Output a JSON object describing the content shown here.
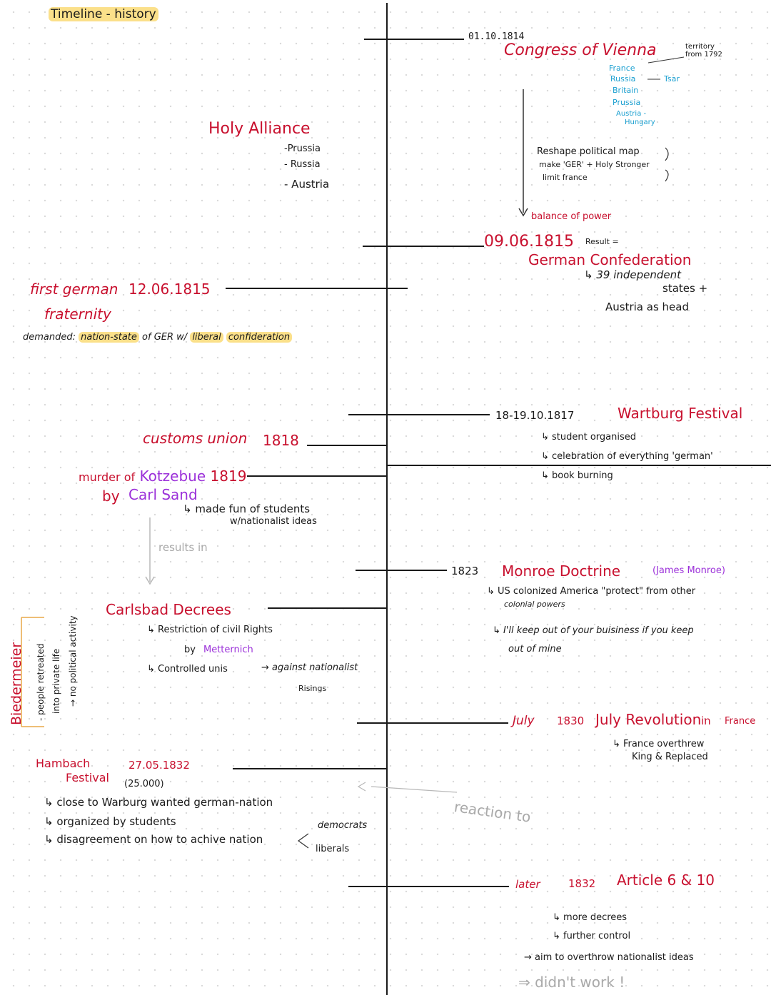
{
  "title": "Timeline - history",
  "congress": {
    "date": "01.10.1814",
    "title": "Congress of Vienna",
    "territory_note": "territory from 1792",
    "countries": [
      "France",
      "Russia",
      "Britain",
      "Prussia",
      "Austria -",
      "Hungary"
    ],
    "tsar": "Tsar",
    "goals": [
      "Reshape political map",
      "make 'GER' + Holy Stronger",
      "limit france"
    ],
    "balance": "balance of power"
  },
  "holy_alliance": {
    "title": "Holy Alliance",
    "members": [
      "-Prussia",
      "- Russia",
      "- Austria"
    ]
  },
  "confederation": {
    "date": "09.06.1815",
    "result": "Result =",
    "title": "German Confederation",
    "detail1": "↳ 39 independent",
    "detail2": "states +",
    "detail3": "Austria as head"
  },
  "fraternity": {
    "title1": "first german",
    "date": "12.06.1815",
    "title2": "fraternity",
    "demanded_label": "demanded:",
    "demanded_hl": "nation-state",
    "demanded_mid": "of GER w/",
    "demanded_liberal": "liberal",
    "demanded_conf": "confideration"
  },
  "wartburg": {
    "date": "18-19.10.1817",
    "title": "Wartburg Festival",
    "items": [
      "↳ student organised",
      "↳ celebration of everything 'german'",
      "↳ book burning"
    ]
  },
  "customs": {
    "title": "customs union",
    "year": "1818"
  },
  "kotzebue": {
    "murder": "murder of",
    "name": "Kotzebue",
    "year": "1819",
    "by": "by",
    "killer": "Carl Sand",
    "note1": "↳ made fun of students",
    "note2": "w/nationalist ideas",
    "results": "results in"
  },
  "monroe": {
    "year": "1823",
    "title": "Monroe Doctrine",
    "person": "James Monroe",
    "line1": "↳ US colonized America \"protect\" from other",
    "line2": "colonial powers",
    "line3": "↳ I'll keep out of your buisiness if you keep",
    "line4": "out of mine"
  },
  "carlsbad": {
    "title": "Carlsbad Decrees",
    "line1": "↳ Restriction of civil Rights",
    "by": "by",
    "metternich": "Metternich",
    "line2": "↳ Controlled unis",
    "line3": "→ against nationalist",
    "line4": "Risings"
  },
  "biedermeier": {
    "title": "Biedermeier",
    "line1": "- people retreated",
    "line2": "into private life",
    "line3": "→ no political activity"
  },
  "july": {
    "month": "July",
    "year": "1830",
    "title": "July Revolution",
    "in": "in",
    "place": "France",
    "note1": "↳ France overthrew",
    "note2": "King & Replaced"
  },
  "hambach": {
    "title1": "Hambach",
    "title2": "Festival",
    "date": "27.05.1832",
    "count": "(25.000)",
    "line1": "↳ close to Warburg wanted german-nation",
    "line2": "↳ organized by students",
    "line3": "↳ disagreement on how to achive nation",
    "opt1": "democrats",
    "opt2": "liberals",
    "reaction": "reaction to"
  },
  "article": {
    "later": "later",
    "year": "1832",
    "title": "Article 6 & 10",
    "line1": "↳ more decrees",
    "line2": "↳ further control",
    "line3": "→ aim to overthrow nationalist ideas",
    "line4": "⇒ didn't work !"
  }
}
